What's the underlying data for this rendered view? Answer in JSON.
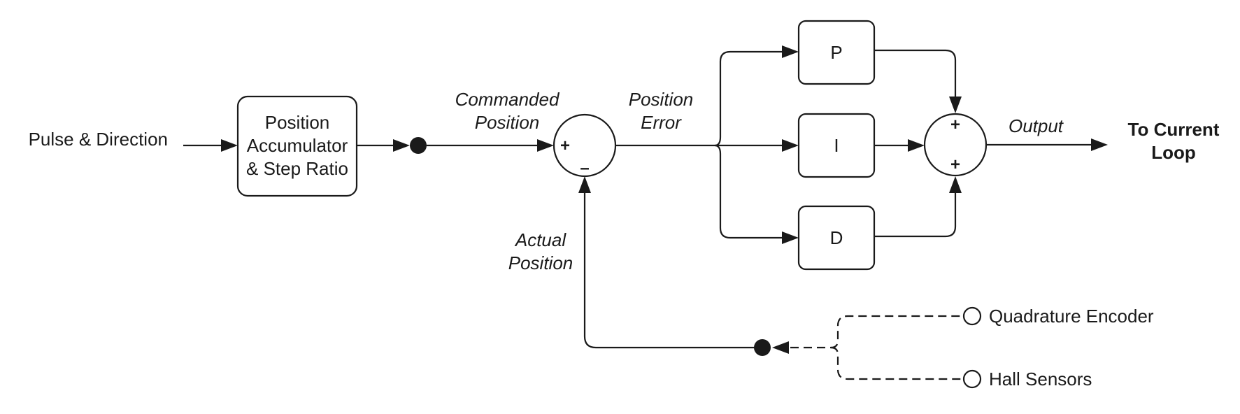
{
  "input_label": "Pulse & Direction",
  "accumulator": {
    "lines": [
      "Position",
      "Accumulator",
      "& Step Ratio"
    ]
  },
  "commanded_position": [
    "Commanded",
    "Position"
  ],
  "position_error": [
    "Position",
    "Error"
  ],
  "actual_position": [
    "Actual",
    "Position"
  ],
  "summing_junction_1": {
    "plus": "+",
    "minus": "–"
  },
  "summing_junction_2": {
    "plus_top": "+",
    "plus_bottom": "+"
  },
  "blocks": {
    "p": "P",
    "i": "I",
    "d": "D"
  },
  "output_label": "Output",
  "destination": [
    "To Current",
    "Loop"
  ],
  "feedback_sources": {
    "encoder": "Quadrature Encoder",
    "hall": "Hall Sensors"
  }
}
